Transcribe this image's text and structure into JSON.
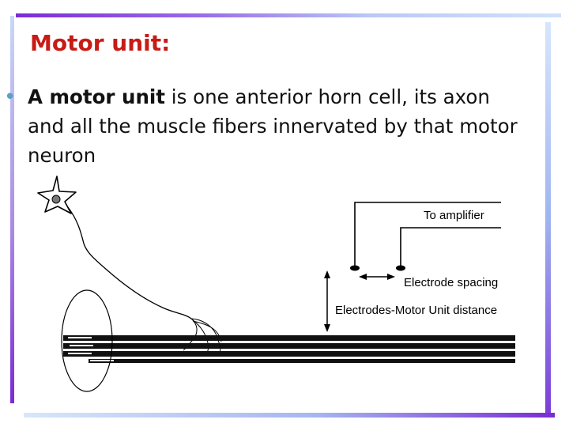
{
  "slide": {
    "title": "Motor unit:",
    "bullet": {
      "term": "A motor unit",
      "text": " is one anterior horn cell, its axon and all the muscle fibers innervated by that motor neuron"
    }
  },
  "diagram": {
    "to_amplifier": "To amplifier",
    "electrode_spacing": "Electrode spacing",
    "electrodes_distance": "Electrodes-Motor Unit distance"
  },
  "colors": {
    "title": "#c81b16",
    "bullet": "#5aa0c8",
    "frame_purple": "#7b2bd6",
    "frame_light": "#cfe2fb"
  }
}
